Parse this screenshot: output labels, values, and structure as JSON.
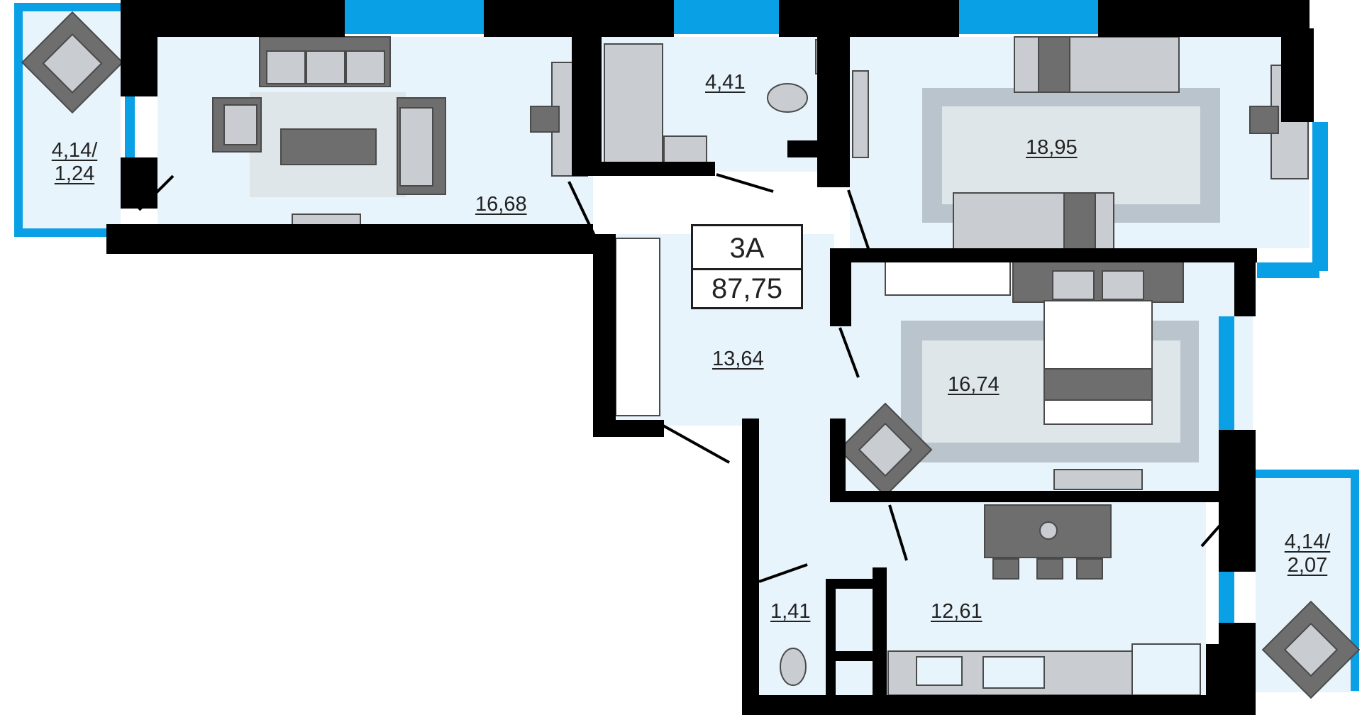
{
  "plan": {
    "apartment_type": "3А",
    "total_area": "87,75"
  },
  "rooms": {
    "balcony_left": {
      "line1": "4,14/",
      "line2": "1,24"
    },
    "living_room": "16,68",
    "bathroom": "4,41",
    "bedroom_top_right": "18,95",
    "hallway": "13,64",
    "bedroom_middle": "16,74",
    "wc": "1,41",
    "kitchen": "12,61",
    "balcony_right": {
      "line1": "4,14/",
      "line2": "2,07"
    }
  },
  "colors": {
    "floor": "#e8f4fb",
    "wall": "#000000",
    "window": "#0aa0e6",
    "furniture_dark": "#6e6e6e",
    "furniture_light": "#c9cdd1",
    "rug": "#b9c4cc"
  }
}
